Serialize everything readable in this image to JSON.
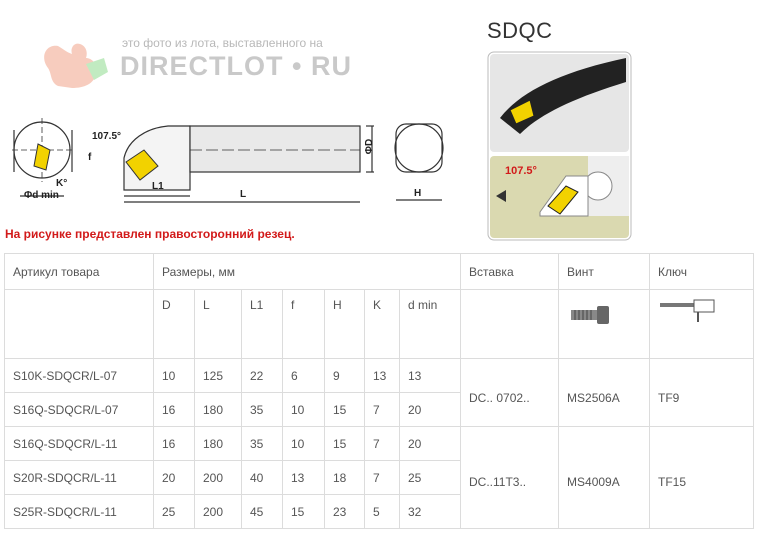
{
  "watermark": {
    "caption": "это фото из лота, выставленного на",
    "logo": "DIRECTLOT • RU"
  },
  "drawing_labels": {
    "angle": "107.5°",
    "f": "f",
    "k": "K°",
    "d_min": "Φd min",
    "l1": "L1",
    "l": "L",
    "d": "ΦD",
    "h": "H"
  },
  "photo": {
    "title": "SDQC",
    "angle": "107.5°"
  },
  "note": "На рисунке представлен правосторонний резец.",
  "table": {
    "headers": {
      "article": "Артикул товара",
      "sizes": "Размеры, мм",
      "insert": "Вставка",
      "screw": "Винт",
      "key": "Ключ"
    },
    "sub_headers": [
      "D",
      "L",
      "L1",
      "f",
      "H",
      "K",
      "d min"
    ],
    "icons": {
      "screw": "screw-icon",
      "key": "torx-key-icon"
    },
    "rows": [
      {
        "article": "S10K-SDQCR/L-07",
        "D": "10",
        "L": "125",
        "L1": "22",
        "f": "6",
        "H": "9",
        "K": "13",
        "dmin": "13"
      },
      {
        "article": "S16Q-SDQCR/L-07",
        "D": "16",
        "L": "180",
        "L1": "35",
        "f": "10",
        "H": "15",
        "K": "7",
        "dmin": "20"
      },
      {
        "article": "S16Q-SDQCR/L-11",
        "D": "16",
        "L": "180",
        "L1": "35",
        "f": "10",
        "H": "15",
        "K": "7",
        "dmin": "20"
      },
      {
        "article": "S20R-SDQCR/L-11",
        "D": "20",
        "L": "200",
        "L1": "40",
        "f": "13",
        "H": "18",
        "K": "7",
        "dmin": "25"
      },
      {
        "article": "S25R-SDQCR/L-11",
        "D": "25",
        "L": "200",
        "L1": "45",
        "f": "15",
        "H": "23",
        "K": "5",
        "dmin": "32"
      }
    ],
    "groups": [
      {
        "insert": "DC.. 0702..",
        "screw": "MS2506A",
        "key": "TF9"
      },
      {
        "insert": "DC..11T3..",
        "screw": "MS4009A",
        "key": "TF15"
      }
    ]
  },
  "colors": {
    "link": "#2f7fc1",
    "note": "#d21a1a",
    "insert_yellow": "#f2d200",
    "photo_bg": "#dad9b0"
  }
}
